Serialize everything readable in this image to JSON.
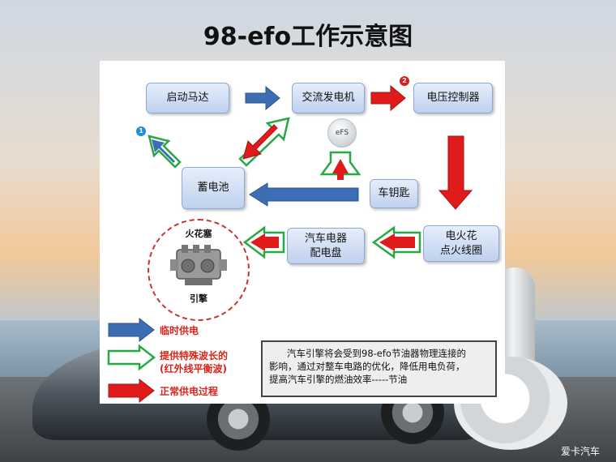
{
  "title": "98-efo工作示意图",
  "boxes": {
    "starter": "启动马达",
    "alternator": "交流发电机",
    "regulator": "电压控制器",
    "battery": "蓄电池",
    "key": "车钥匙",
    "ignition_line1": "电火花",
    "ignition_line2": "点火线圈",
    "distributor_line1": "汽车电器",
    "distributor_line2": "配电盘"
  },
  "efs_label": "eFS",
  "badges": {
    "one": "1",
    "two": "2"
  },
  "engine": {
    "top_label": "火花塞",
    "bottom_label": "引擎"
  },
  "legend": {
    "blue": "临时供电",
    "green_line1": "提供特殊波长的",
    "green_line2": "(红外线平衡波)",
    "red": "正常供电过程"
  },
  "note": {
    "line1": "汽车引擎将会受到98-efo节油器物理连接的",
    "line2": "影响，通过对整车电路的优化，降低用电负荷，",
    "line3": "提高汽车引擎的燃油效率-----节油"
  },
  "watermark": "爱卡汽车",
  "colors": {
    "blue_arrow": "#3d6eb4",
    "red_arrow": "#e01b1b",
    "green_outline": "#27a845",
    "box_fill": "#c9d9f2"
  }
}
